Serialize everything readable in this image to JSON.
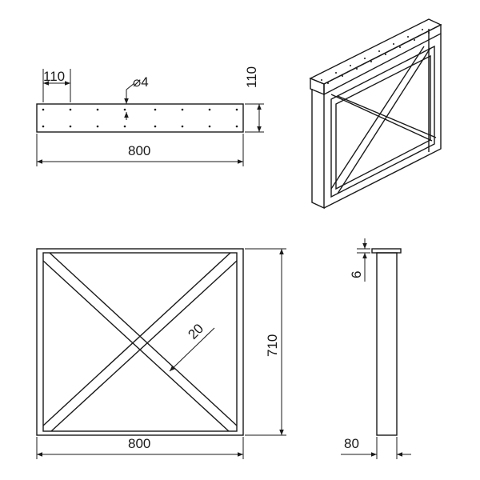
{
  "top_plate": {
    "hole_spacing": "110",
    "hole_diameter": "⌀4",
    "height": "110",
    "length": "800"
  },
  "front_view": {
    "length": "800",
    "height": "710",
    "tube_width": "20"
  },
  "side_view": {
    "plate_thickness": "6",
    "depth": "80"
  }
}
